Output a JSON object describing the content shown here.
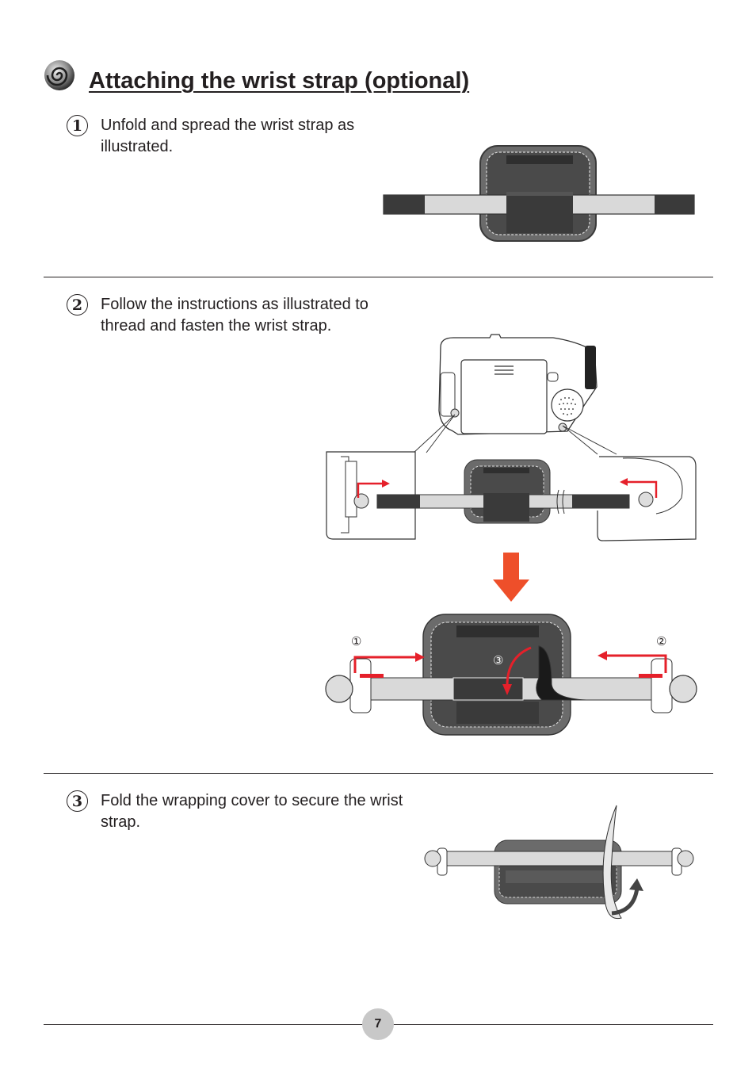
{
  "section": {
    "title": "Attaching the wrist strap (optional)",
    "title_icon": "swirl-icon"
  },
  "steps": [
    {
      "number": "1",
      "text": "Unfold and spread the wrist strap as illustrated."
    },
    {
      "number": "2",
      "text": "Follow the instructions as illustrated to thread and fasten the wrist strap."
    },
    {
      "number": "3",
      "text": "Fold the wrapping cover to secure the wrist strap."
    }
  ],
  "callouts": [
    "①",
    "②",
    "③"
  ],
  "page_number": "7",
  "colors": {
    "accent_red": "#e5202a",
    "arrow_orange": "#ee4f2a",
    "strap_dark": "#3a3a3a",
    "strap_light": "#d9d9d9"
  }
}
